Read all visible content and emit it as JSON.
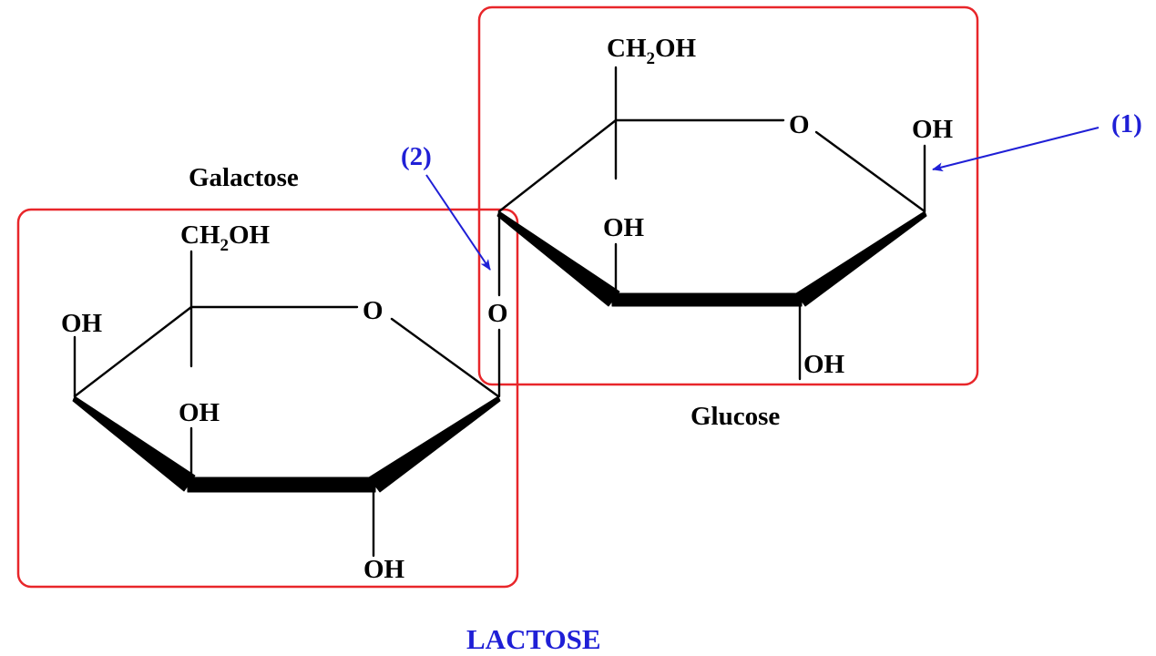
{
  "title": "LACTOSE",
  "colors": {
    "box": "#e8262a",
    "annotation": "#1f1fd6",
    "bond": "#000000"
  },
  "galactose": {
    "name": "Galactose",
    "ch2oh_main": "CH",
    "ch2oh_sub": "2",
    "ch2oh_tail": "OH",
    "ring_oxygen": "O",
    "oh_c4": "OH",
    "oh_c3": "OH",
    "oh_c2": "OH"
  },
  "glucose": {
    "name": "Glucose",
    "ch2oh_main": "CH",
    "ch2oh_sub": "2",
    "ch2oh_tail": "OH",
    "ring_oxygen": "O",
    "oh_c1": "OH",
    "oh_c3": "OH",
    "oh_c2": "OH"
  },
  "linkage": {
    "oxygen": "O"
  },
  "annotations": {
    "marker_1": "(1)",
    "marker_2": "(2)"
  }
}
